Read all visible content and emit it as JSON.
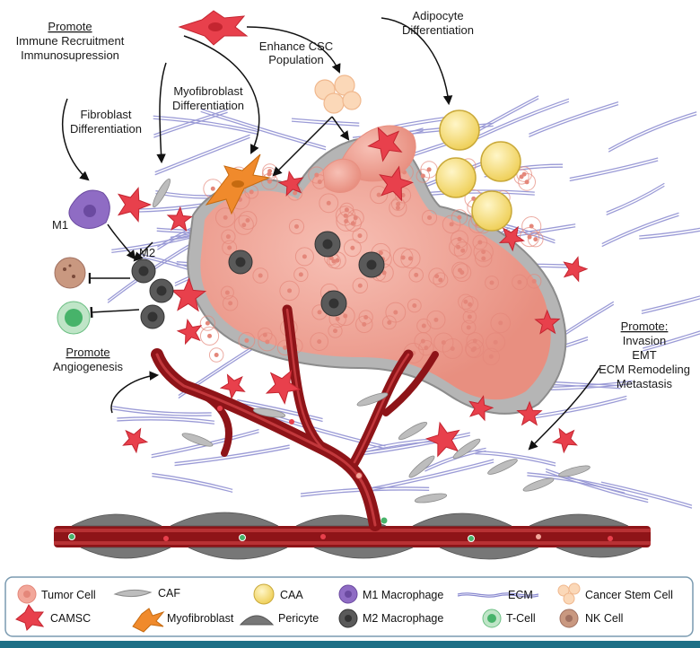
{
  "labels": {
    "promote_left_heading": "Promote",
    "promote_left_line1": "Immune Recruitment",
    "promote_left_line2": "Immunosupression",
    "fibroblast_diff_line1": "Fibroblast",
    "fibroblast_diff_line2": "Differentiation",
    "myofibroblast_diff_line1": "Myofibroblast",
    "myofibroblast_diff_line2": "Differentiation",
    "csc_line1": "Enhance CSC",
    "csc_line2": "Population",
    "adipocyte_line1": "Adipocyte",
    "adipocyte_line2": "Differentiation",
    "m1": "M1",
    "m2": "M2",
    "angio_heading": "Promote",
    "angio_line": "Angiogenesis",
    "right_heading": "Promote:",
    "right_line1": "Invasion",
    "right_line2": "EMT",
    "right_line3": "ECM Remodeling",
    "right_line4": "Metastasis"
  },
  "legend": {
    "tumor_cell": "Tumor Cell",
    "caf": "CAF",
    "caa": "CAA",
    "m1_macrophage": "M1 Macrophage",
    "ecm": "ECM",
    "cancer_stem_cell": "Cancer Stem Cell",
    "camsc": "CAMSC",
    "myofibroblast": "Myofibroblast",
    "pericyte": "Pericyte",
    "m2_macrophage": "M2 Macrophage",
    "t_cell": "T-Cell",
    "nk_cell": "NK Cell"
  },
  "colors": {
    "tumor": "#f2a79a",
    "tumor_dark": "#e4877a",
    "camsc": "#e8404c",
    "myofibroblast": "#f08a2c",
    "adipocyte": "#f7e27a",
    "m1": "#8f6cc4",
    "m2": "#5a5a5a",
    "vessel": "#8e1418",
    "ecm": "#8a8ad0",
    "caf": "#b8b8b8",
    "pericyte": "#6f6f6f",
    "tcell": "#47b36a",
    "nkcell": "#b87a62",
    "legend_border": "#7a9ab0",
    "bottom_bar": "#1d6f86"
  }
}
